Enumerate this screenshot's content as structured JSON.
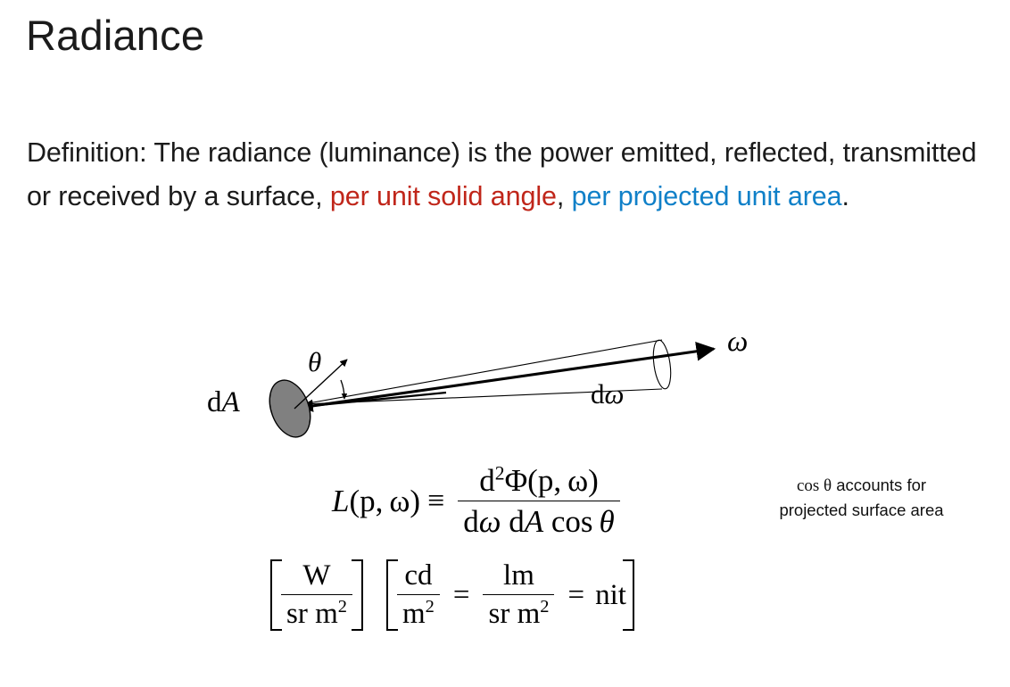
{
  "slide": {
    "title": "Radiance",
    "background_color": "#ffffff",
    "accent_red": "#c0261a",
    "accent_blue": "#1080c8"
  },
  "definition": {
    "part1": "Definition: The radiance (luminance) is the power emitted, reflected, transmitted or received by a surface, ",
    "highlight_red": "per unit solid angle",
    "separator": ", ",
    "highlight_blue": "per projected unit area",
    "period": "."
  },
  "diagram": {
    "surface_label_d": "d",
    "surface_label_A": "A",
    "angle_label": "θ",
    "solid_angle_label_d": "d",
    "solid_angle_label_omega": "ω",
    "direction_label": "ω",
    "disc_fill": "#808080",
    "stroke": "#000000"
  },
  "equation_main": {
    "lhs_L": "L",
    "lhs_args": "(p, ω)",
    "relation": "≡",
    "numerator_d": "d",
    "numerator_exp": "2",
    "numerator_phi": "Φ(p, ω)",
    "denominator": "dω dA cos θ",
    "denominator_d1": "d",
    "denominator_omega": "ω",
    "denominator_d2": "d",
    "denominator_A": "A",
    "denominator_cos": "cos",
    "denominator_theta": "θ"
  },
  "equation_note": {
    "math": "cos θ",
    "line1_rest": " accounts for",
    "line2": "projected surface area"
  },
  "equation_units": {
    "unit1_numerator": "W",
    "unit1_denominator": "sr m",
    "unit1_denominator_exp": "2",
    "unit2_numerator": "cd",
    "unit2_denominator": "m",
    "unit2_denominator_exp": "2",
    "equals1": "=",
    "unit3_numerator": "lm",
    "unit3_denominator": "sr m",
    "unit3_denominator_exp": "2",
    "equals2": "=",
    "unit4": "nit"
  }
}
